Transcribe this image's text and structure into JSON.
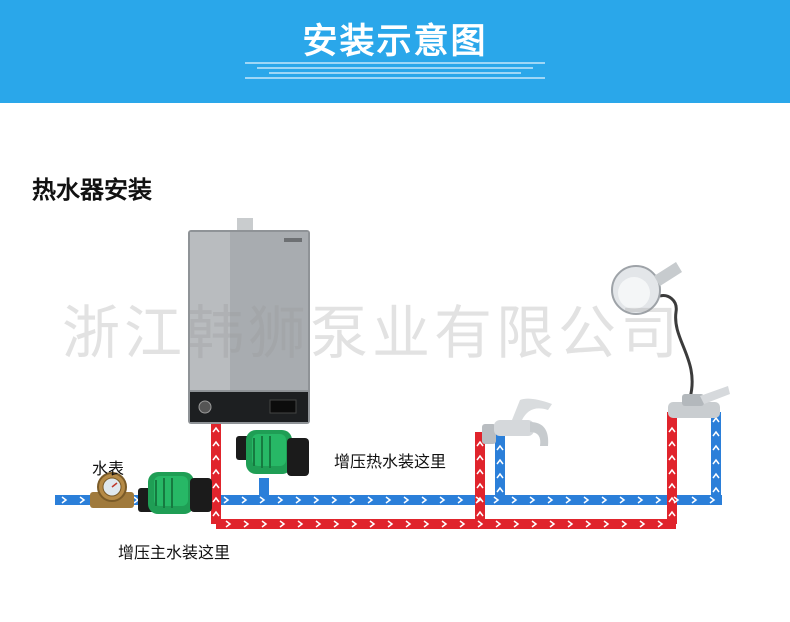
{
  "header": {
    "title": "安装示意图",
    "background_color": "#2aa7ea"
  },
  "section": {
    "title": "热水器安装"
  },
  "watermark": {
    "text": "浙江韩狮泵业有限公司"
  },
  "labels": {
    "water_meter": "水表",
    "booster_hot": "增压热水装这里",
    "booster_main": "增压主水装这里"
  },
  "colors": {
    "cold_pipe": "#2b7fd9",
    "hot_pipe": "#e0242c",
    "pump_body": "#1f9e55",
    "heater_body": "#8f9397"
  },
  "icons": [
    "water-heater-icon",
    "water-meter-icon",
    "pump-icon",
    "faucet-icon",
    "shower-head-icon",
    "mixer-valve-icon"
  ]
}
